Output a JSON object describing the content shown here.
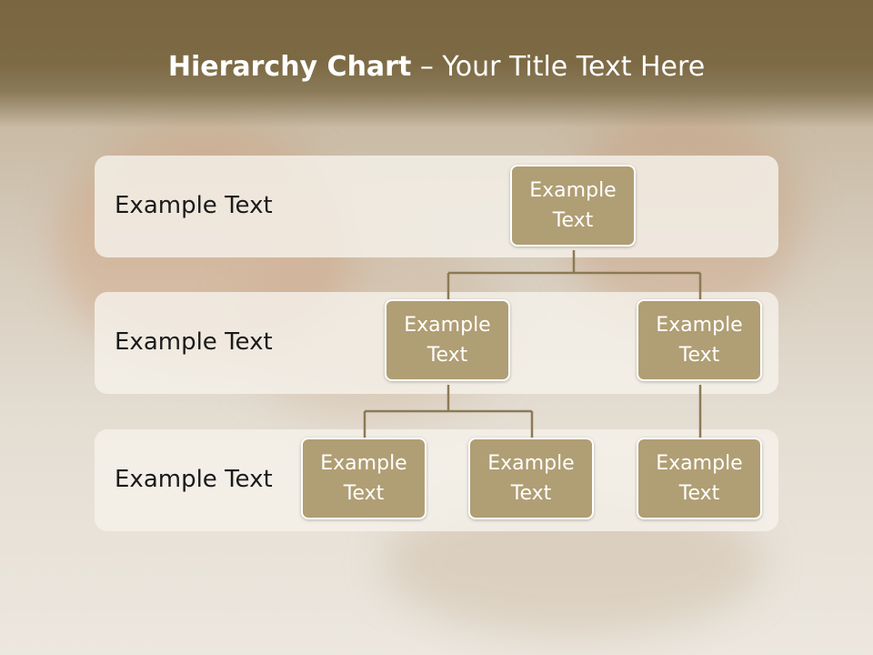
{
  "title": {
    "bold": "Hierarchy Chart",
    "rest": " – Your Title Text Here"
  },
  "levels": [
    {
      "label": "Example Text"
    },
    {
      "label": "Example Text"
    },
    {
      "label": "Example Text"
    }
  ],
  "nodes": {
    "root": "Example Text",
    "l2_left": "Example Text",
    "l2_right": "Example Text",
    "l3_1": "Example Text",
    "l3_2": "Example Text",
    "l3_3": "Example Text"
  },
  "colors": {
    "header": "#7d6a45",
    "node": "#b09e74",
    "band": "#f5f2ea",
    "connector": "#8c7a55"
  }
}
